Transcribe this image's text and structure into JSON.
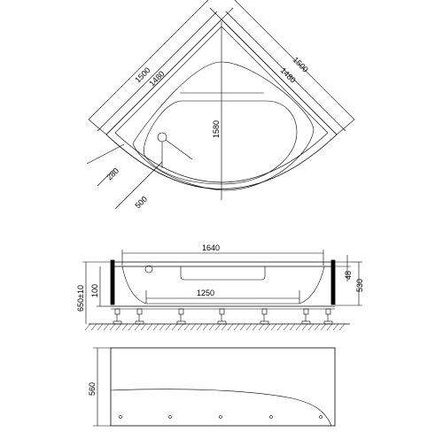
{
  "top_view": {
    "dim_side_outer_left": "1500",
    "dim_side_inner_left": "1480",
    "dim_side_outer_right": "1500",
    "dim_side_inner_right": "1480",
    "dim_diagonal": "1580",
    "dim_rim_width": "280",
    "dim_drain_offset": "500"
  },
  "front_view": {
    "dim_top_length": "1640",
    "dim_bottom_length": "1250",
    "dim_total_height": "650±10",
    "dim_leg_height": "100",
    "dim_rim_offset": "48",
    "dim_tub_height": "530"
  },
  "panel_view": {
    "dim_panel_height": "560"
  }
}
